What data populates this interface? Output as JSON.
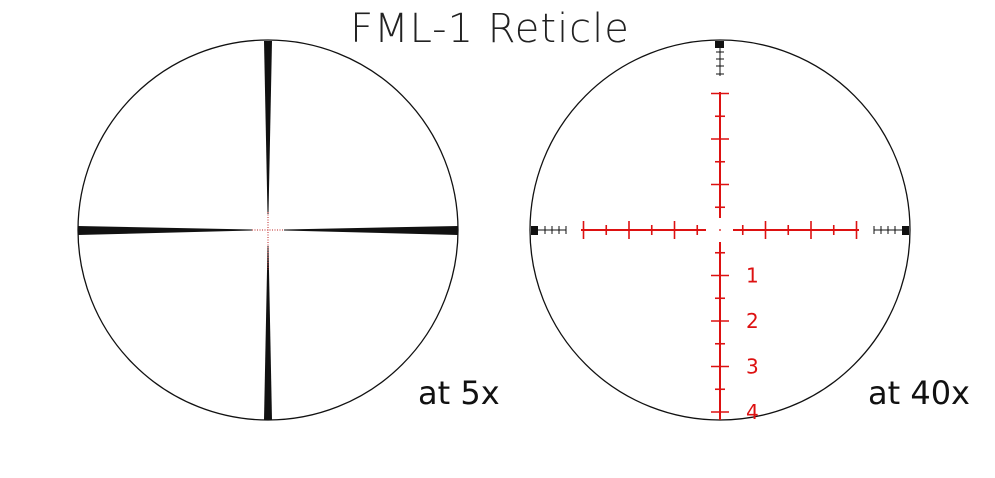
{
  "title": "FML-1 Reticle",
  "left_label": "at 5x",
  "right_label": "at 40x",
  "holdover_numbers": [
    "1",
    "2",
    "3",
    "4"
  ],
  "colors": {
    "reticle_red": "#dd1111",
    "reticle_black": "#111111"
  }
}
